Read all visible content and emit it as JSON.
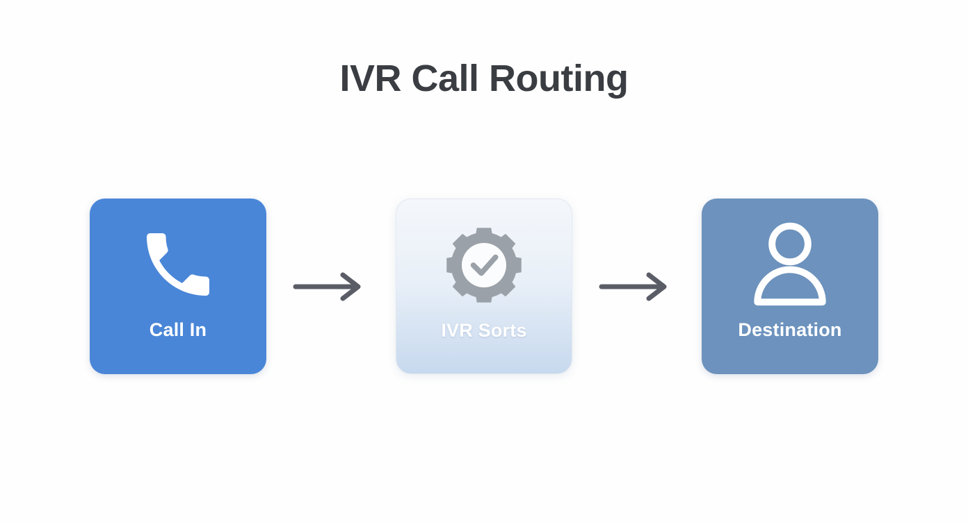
{
  "page": {
    "title": "IVR Call Routing",
    "background_color": "#fefefe",
    "title_color": "#3a3d42"
  },
  "flow": {
    "steps": [
      {
        "id": "call-in",
        "label": "Call In",
        "icon": "phone-handset-icon",
        "card_color": "#4a86d8",
        "icon_color": "#ffffff",
        "label_color": "#ffffff"
      },
      {
        "id": "ivr-sorts",
        "label": "IVR Sorts",
        "icon": "gear-check-icon",
        "card_color": "#eaf0f8",
        "card_gradient_top": "#f4f7fb",
        "card_gradient_bottom": "#c7d9ee",
        "icon_color": "#9ba1a8",
        "label_color": "#ffffff"
      },
      {
        "id": "destination",
        "label": "Destination",
        "icon": "person-icon",
        "card_color": "#6c92bd",
        "icon_color": "#ffffff",
        "label_color": "#ffffff"
      }
    ],
    "connectors": [
      {
        "id": "arrow-1",
        "icon": "arrow-right-icon",
        "color": "#5a5d66"
      },
      {
        "id": "arrow-2",
        "icon": "arrow-right-icon",
        "color": "#5a5d66"
      }
    ]
  }
}
